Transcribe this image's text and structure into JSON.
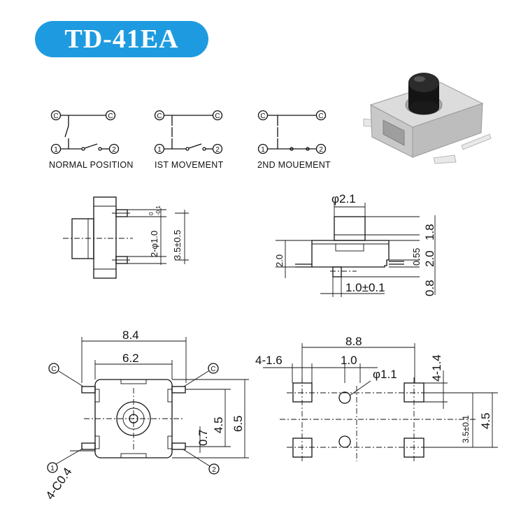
{
  "title": "TD-41EA",
  "circuits": [
    {
      "caption": "NORMAL POSITION",
      "t_common": "C",
      "t1": "1",
      "t2": "2"
    },
    {
      "caption": "IST MOVEMENT",
      "t_common": "C",
      "t1": "1",
      "t2": "2"
    },
    {
      "caption": "2ND MOUEMENT",
      "t_common": "C",
      "t1": "1",
      "t2": "2"
    }
  ],
  "side_view": {
    "dim_hole": "2-φ1.0",
    "dim_hole_tol_upper": "0",
    "dim_hole_tol_lower": "-0.1",
    "dim_pitch": "3.5±0.5"
  },
  "front_view": {
    "dim_plunger": "φ2.1",
    "dim_top": "1.8",
    "dim_body": "2.0",
    "dim_body_left": "2.0",
    "dim_step": "0.55",
    "dim_peg": "1.0±0.1",
    "dim_bottom": "0.8"
  },
  "top_view": {
    "dim_overall": "8.4",
    "dim_body": "6.2",
    "dim_pitch_v": "4.5",
    "dim_overall_v": "6.5",
    "dim_small": "0.7",
    "dim_chamfer": "4-C0.4",
    "label_common": "C",
    "label_1": "1",
    "label_2": "2"
  },
  "pcb_view": {
    "dim_overall": "8.8",
    "dim_pad": "4-1.6",
    "dim_center": "1.0",
    "dim_hole": "φ1.1",
    "dim_pad_v": "4-1.4",
    "dim_pitch": "3.5±0.1",
    "dim_overall_v": "4.5"
  },
  "colors": {
    "title_bg": "#1e9be0",
    "title_fg": "#ffffff",
    "line": "#111111"
  }
}
